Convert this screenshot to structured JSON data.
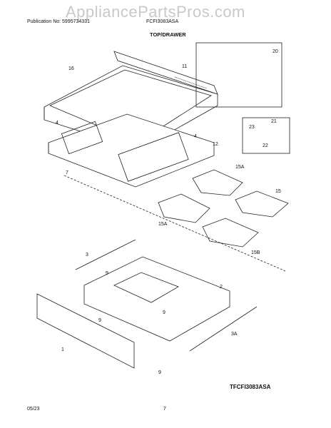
{
  "header": {
    "publication": "Publication No: 5995734331",
    "model": "FCFI3083ASA",
    "section": "TOP/DRAWER",
    "watermark": "AppliancePartsPros.com"
  },
  "callouts": [
    "16",
    "11",
    "20",
    "4",
    "21",
    "23",
    "22",
    "12",
    "4",
    "7",
    "15A",
    "15",
    "15A",
    "15B",
    "3",
    "9",
    "2",
    "9",
    "9",
    "3A",
    "1",
    "9"
  ],
  "diagram_code": "TFCFI3083ASA",
  "footer": {
    "date": "05/23",
    "page": "7"
  }
}
